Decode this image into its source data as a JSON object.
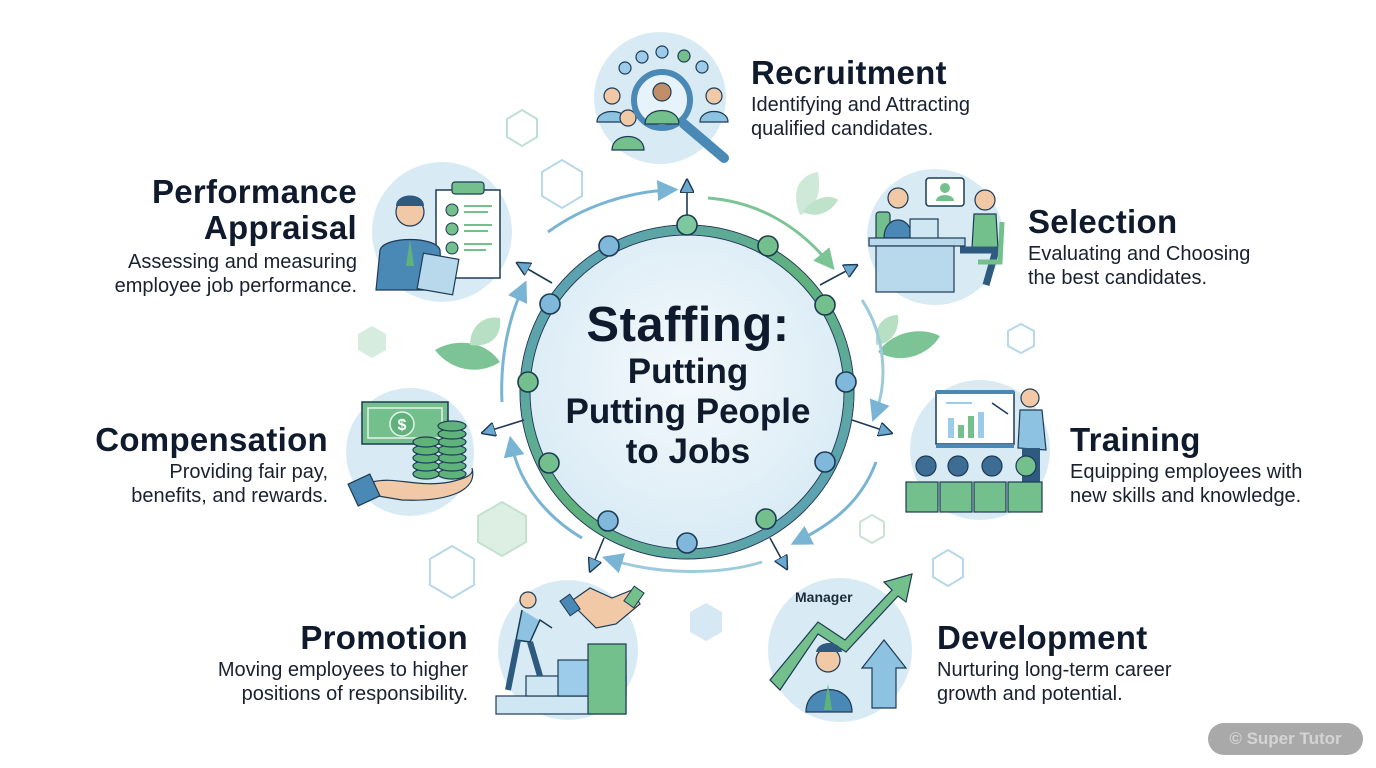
{
  "center": {
    "title": "Staffing:",
    "line2": "Putting",
    "line3": "Putting People",
    "line4": "to Jobs"
  },
  "stages": [
    {
      "id": "recruitment",
      "title": "Recruitment",
      "desc_line1": "Identifying and Attracting",
      "desc_line2": "qualified candidates.",
      "icon": "magnifier-candidates-icon"
    },
    {
      "id": "selection",
      "title": "Selection",
      "desc_line1": "Evaluating and Choosing",
      "desc_line2": "the best candidates.",
      "icon": "interview-desk-icon"
    },
    {
      "id": "training",
      "title": "Training",
      "desc_line1": "Equipping employees with",
      "desc_line2": "new skills and knowledge.",
      "icon": "presentation-audience-icon"
    },
    {
      "id": "development",
      "title": "Development",
      "desc_line1": "Nurturing long-term career",
      "desc_line2": "growth and potential.",
      "icon": "growth-arrow-manager-icon",
      "badge": "Manager"
    },
    {
      "id": "promotion",
      "title": "Promotion",
      "desc_line1": "Moving employees to higher",
      "desc_line2": "positions of responsibility.",
      "icon": "stairs-handshake-icon"
    },
    {
      "id": "compensation",
      "title": "Compensation",
      "desc_line1": "Providing fair pay,",
      "desc_line2": "benefits, and rewards.",
      "icon": "money-hand-icon"
    },
    {
      "id": "performance-appraisal",
      "title_line1": "Performance",
      "title_line2": "Appraisal",
      "desc_line1": "Assessing and measuring",
      "desc_line2": "employee job performance.",
      "icon": "clipboard-checklist-icon"
    }
  ],
  "watermark": "© Super Tutor",
  "colors": {
    "ring_blue": "#5a9cc6",
    "ring_green": "#5fb37a",
    "node_blue": "#7fb8da",
    "node_green": "#74c08d",
    "center_fill": "#e6f2f9",
    "icon_bg": "#d8ebf5",
    "text_dark": "#0f1b2d",
    "arrow_blue": "#7ab4d4",
    "arrow_green": "#7cc495"
  }
}
